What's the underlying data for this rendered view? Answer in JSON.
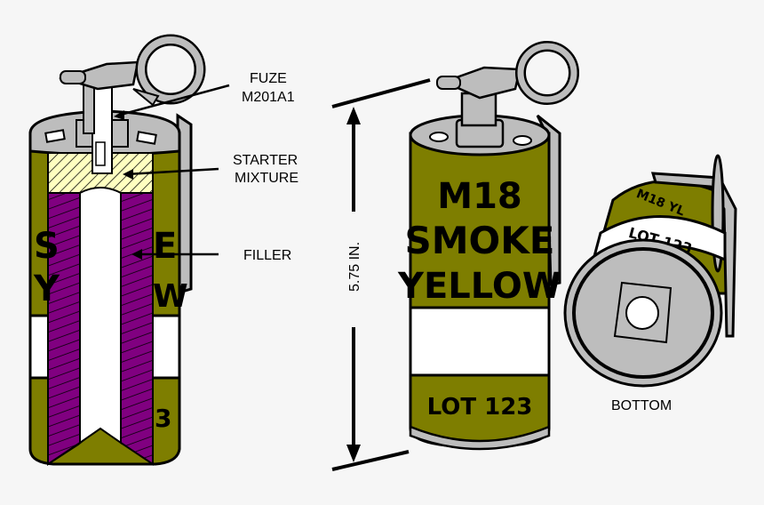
{
  "labels": {
    "fuze": "FUZE",
    "fuze_model": "M201A1",
    "starter": "STARTER",
    "mixture": "MIXTURE",
    "filler": "FILLER",
    "dimension": "5.75 IN.",
    "bottom": "BOTTOM"
  },
  "can_text": {
    "model": "M18",
    "line2": "SMOKE",
    "line3": "YELLOW",
    "lot": "LOT 123",
    "cutaway_left": "S",
    "cutaway_right": "E",
    "cutaway_y": "Y",
    "cutaway_w": "W",
    "cutaway_3": "3",
    "bottom_lot": "LOT 123",
    "bottom_top": "M18 YL"
  },
  "colors": {
    "olive": "#7e7e00",
    "filler_purple": "#800080",
    "starter_yellow": "#ffffc0",
    "metal_gray": "#bdbdbd",
    "white_band": "#ffffff",
    "outline": "#000000"
  }
}
